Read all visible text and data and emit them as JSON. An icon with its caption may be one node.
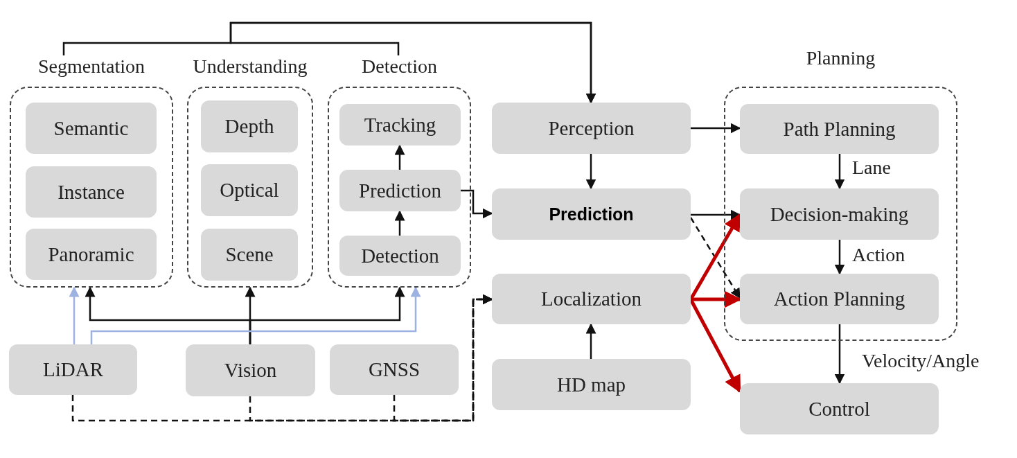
{
  "diagram": {
    "nodes": [
      {
        "text": [
          "Segmentation"
        ]
      },
      {
        "text": [
          "Semantic"
        ],
        "in": 0
      },
      {
        "text": [
          "Instance"
        ],
        "in": 0
      },
      {
        "text": [
          "Panoramic"
        ],
        "in": 0
      },
      {
        "text": [
          "Understanding"
        ]
      },
      {
        "text": [
          "Depth"
        ],
        "in": 4
      },
      {
        "text": [
          "Optical"
        ],
        "in": 4
      },
      {
        "text": [
          "Scene"
        ],
        "in": 4
      },
      {
        "text": [
          "Detection"
        ]
      },
      {
        "text": [
          "Tracking"
        ],
        "in": 8
      },
      {
        "text": [
          "Prediction"
        ],
        "in": 8
      },
      {
        "text": [
          "Detection"
        ],
        "in": 8
      },
      {
        "text": [
          "Perception"
        ]
      },
      {
        "text": [
          "Prediction"
        ]
      },
      {
        "text": [
          "Localization"
        ]
      },
      {
        "text": [
          "HD map"
        ]
      },
      {
        "text": [
          "Planning"
        ]
      },
      {
        "text": [
          "Path Planning"
        ],
        "in": 16
      },
      {
        "text": [
          "Decision-making"
        ],
        "in": 16
      },
      {
        "text": [
          "Action Planning"
        ],
        "in": 16
      },
      {
        "text": [
          "Control"
        ]
      },
      {
        "text": [
          "LiDAR"
        ]
      },
      {
        "text": [
          "Vision"
        ]
      },
      {
        "text": [
          "GNSS"
        ]
      }
    ],
    "edges": [
      {
        "from": 0,
        "to": 12,
        "arrow": "to"
      },
      {
        "from": 8,
        "to": 12,
        "arrow": "to"
      },
      {
        "from": 11,
        "to": 10,
        "arrow": "to"
      },
      {
        "from": 10,
        "to": 9,
        "arrow": "to"
      },
      {
        "from": 10,
        "to": 13,
        "arrow": "to"
      },
      {
        "from": 12,
        "to": 13,
        "arrow": "to"
      },
      {
        "from": 12,
        "to": 17,
        "arrow": "to"
      },
      {
        "from": 13,
        "to": 18,
        "arrow": "to"
      },
      {
        "from": 13,
        "to": 19,
        "arrow": "to",
        "style": "dashed"
      },
      {
        "from": 14,
        "to": 18,
        "arrow": "to",
        "style": "thick",
        "color": "#c00000"
      },
      {
        "from": 14,
        "to": 19,
        "arrow": "to",
        "style": "thick",
        "color": "#c00000"
      },
      {
        "from": 14,
        "to": 20,
        "arrow": "to",
        "style": "thick",
        "color": "#c00000"
      },
      {
        "from": 15,
        "to": 14,
        "arrow": "to"
      },
      {
        "from": 17,
        "to": 18,
        "arrow": "to",
        "label": "Lane"
      },
      {
        "from": 18,
        "to": 19,
        "arrow": "to",
        "label": "Action"
      },
      {
        "from": 19,
        "to": 20,
        "arrow": "to",
        "label": "Velocity/Angle"
      },
      {
        "from": 22,
        "to": 4,
        "arrow": "to"
      },
      {
        "from": 22,
        "to": 0,
        "arrow": "to"
      },
      {
        "from": 22,
        "to": 8,
        "arrow": "to"
      },
      {
        "from": 21,
        "to": 0,
        "arrow": "to",
        "color": "#9db2e0"
      },
      {
        "from": 21,
        "to": 8,
        "arrow": "to",
        "color": "#9db2e0"
      },
      {
        "from": 21,
        "to": 14,
        "arrow": "to",
        "style": "dashed"
      },
      {
        "from": 22,
        "to": 14,
        "arrow": "to",
        "style": "dashed"
      },
      {
        "from": 23,
        "to": 14,
        "arrow": "to",
        "style": "dashed"
      }
    ]
  }
}
